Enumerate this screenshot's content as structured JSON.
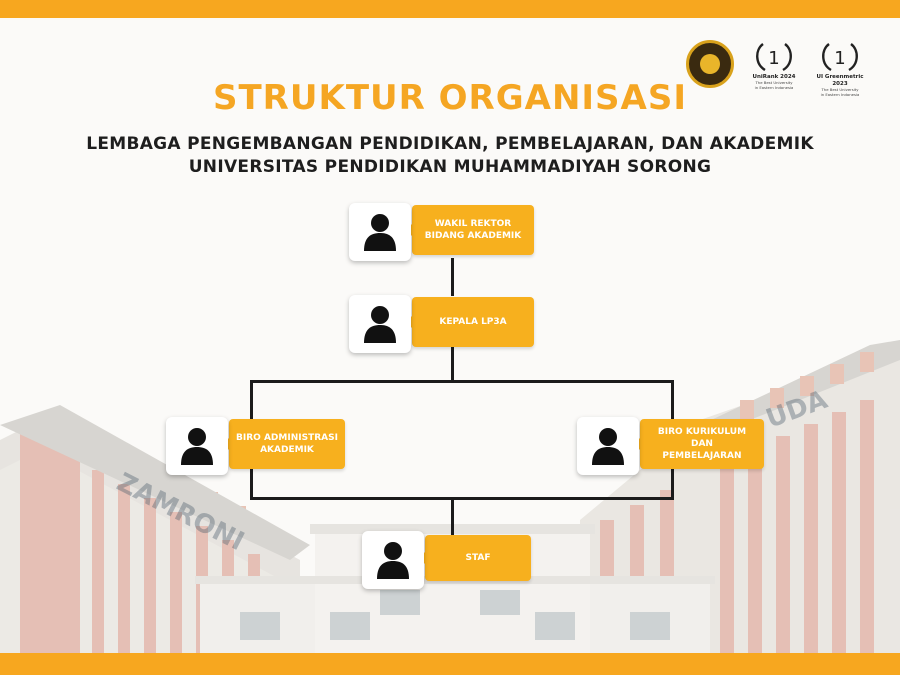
{
  "header": {
    "title": "STRUKTUR ORGANISASI",
    "subtitle_line1": "LEMBAGA PENGEMBANGAN PENDIDIKAN, PEMBELAJARAN, DAN AKADEMIK",
    "subtitle_line2": "UNIVERSITAS PENDIDIKAN MUHAMMADIYAH SORONG"
  },
  "logos": {
    "seal": "university-seal",
    "award1": {
      "rank": "1",
      "title": "UniRank 2024",
      "desc1": "The Best University",
      "desc2": "in Eastern Indonesia"
    },
    "award2": {
      "rank": "1",
      "title": "UI Greenmetric 2023",
      "desc1": "The Best University",
      "desc2": "in Eastern Indonesia"
    }
  },
  "nodes": {
    "wakil_rektor": {
      "line1": "WAKIL REKTOR",
      "line2": "BIDANG AKADEMIK"
    },
    "kepala": {
      "line1": "KEPALA LP3A"
    },
    "biro_admin": {
      "line1": "BIRO ADMINISTRASI",
      "line2": "AKADEMIK"
    },
    "biro_kurikulum": {
      "line1": "BIRO KURIKULUM",
      "line2": "DAN",
      "line3": "PEMBELAJARAN"
    },
    "staf": {
      "line1": "STAF"
    }
  },
  "background": {
    "building_left_sign": "ZAMRONI",
    "building_right_sign": "UDA"
  },
  "colors": {
    "accent": "#f7a71f",
    "label": "#f7b01e",
    "title": "#f5a623",
    "text": "#1e1e1e",
    "brick": "#b8452a"
  }
}
